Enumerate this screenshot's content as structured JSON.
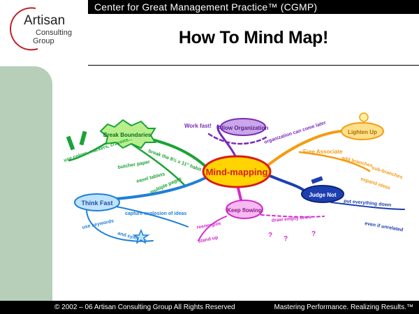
{
  "header": {
    "bar_title": "Center for Great Management Practice™  (CGMP)",
    "logo": {
      "line1": "Artisan",
      "line2": "Consulting",
      "line3": "Group"
    },
    "page_title": "How To Mind Map!"
  },
  "mindmap": {
    "center": "Mind-mapping",
    "nodes": {
      "allow": "Allow Organization",
      "work_fast": "Work fast!",
      "org_later": "organization can come later",
      "break": "Break Boundaries",
      "use_colors": "use colors, markers, crayons...",
      "habit": "break the 8½ x 11\" habit",
      "butcher": "butcher paper",
      "easel": "easel tablets",
      "multiple": "multiple pages",
      "think_fast": "Think Fast",
      "capture": "capture explosion of ideas",
      "keywords": "use keywords",
      "symbols": "and symbols",
      "keep_flowing": "Keep flowing",
      "reenergize": "reenergize",
      "stand_up": "stand up",
      "draw_lines": "draw empty lines",
      "question": "?",
      "lighten": "Lighten Up",
      "free": "Free Associate",
      "add": "add branches",
      "sub": "sub-branches",
      "expand": "expand ideas",
      "judge": "Judge Not",
      "put": "put everything down",
      "unrelated": "even if unrelated"
    }
  },
  "footer": {
    "left": "© 2002 – 06  Artisan Consulting Group   All Rights Reserved",
    "right": "Mastering Performance. Realizing Results.™"
  },
  "colors": {
    "bar": "#000000",
    "side_block": "#b7cfb8",
    "logo_ring": "#c0202a",
    "center": "#ffd400",
    "purple": "#7a2bb8",
    "green": "#1aa337",
    "blue": "#1f7fd6",
    "orange": "#f39c12",
    "navy": "#1d3fb0",
    "magenta": "#d42ccf"
  }
}
